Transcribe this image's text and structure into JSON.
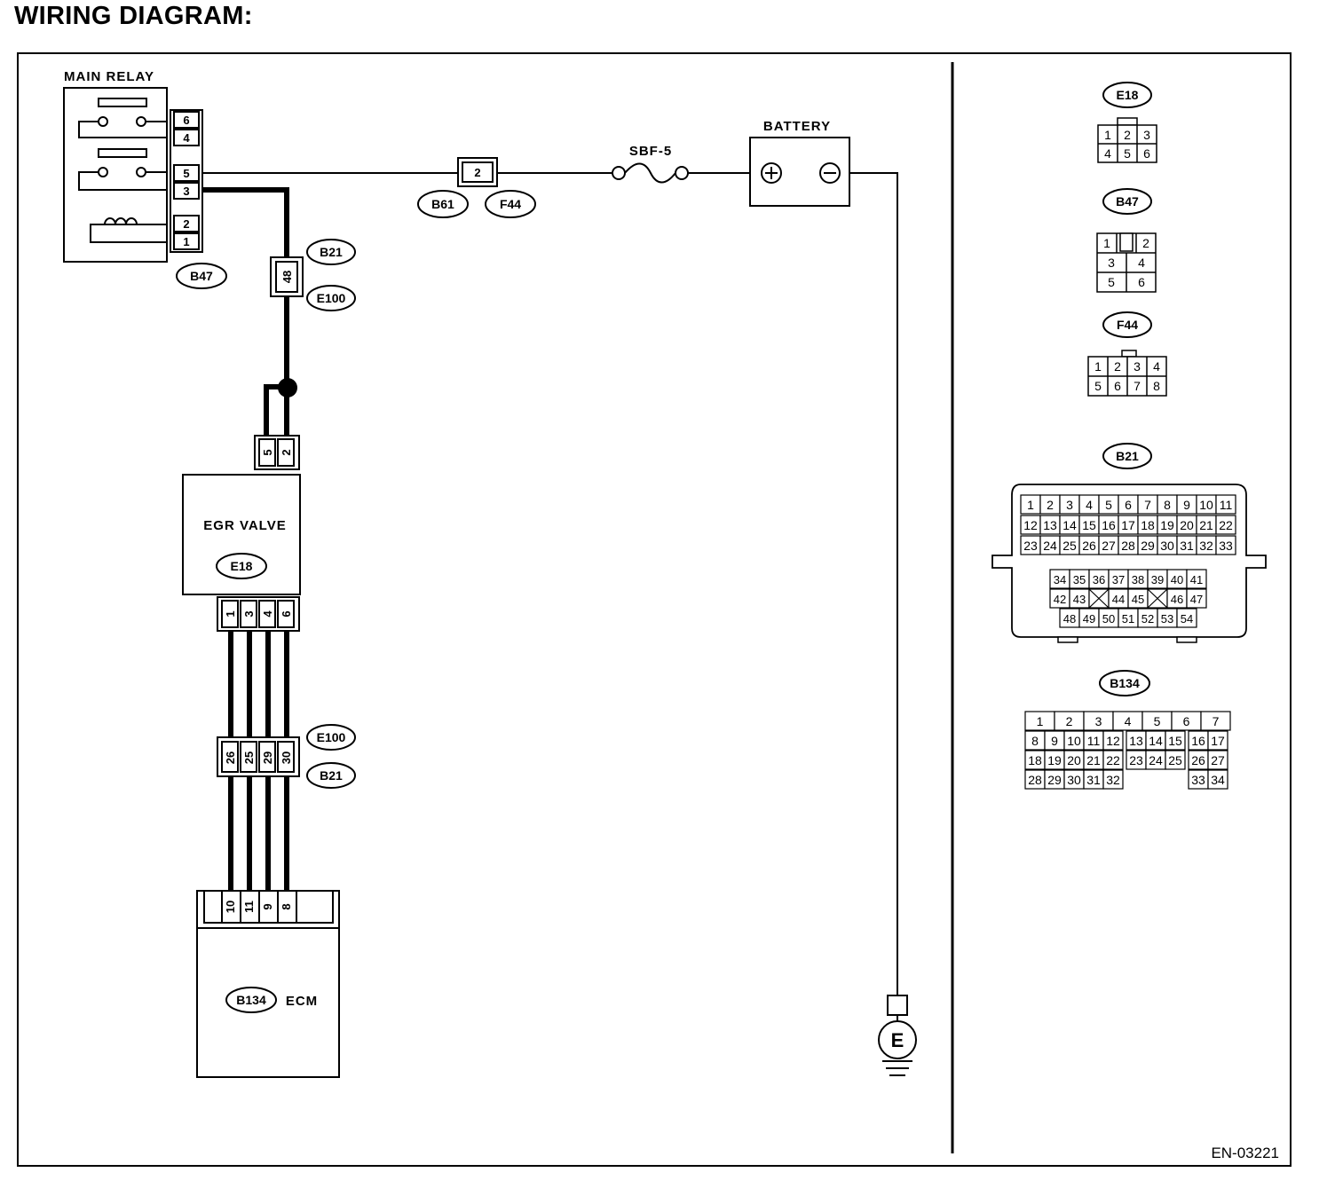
{
  "title": "WIRING DIAGRAM:",
  "figure_id": "EN-03221",
  "components": {
    "main_relay": {
      "label": "MAIN RELAY",
      "connector": "B47",
      "pins": [
        "6",
        "4",
        "5",
        "3",
        "2",
        "1"
      ]
    },
    "battery": {
      "label": "BATTERY",
      "plus": "+",
      "minus": "−"
    },
    "fuse": {
      "label": "SBF-5"
    },
    "inline_connector_b61_f44": {
      "pin": "2",
      "tags": [
        "B61",
        "F44"
      ]
    },
    "inline_connector_b21_e100_upper": {
      "pin": "48",
      "tags": [
        "B21",
        "E100"
      ]
    },
    "egr_valve": {
      "label": "EGR VALVE",
      "connector": "E18",
      "top_pins": [
        "5",
        "2"
      ],
      "bottom_pins": [
        "1",
        "3",
        "4",
        "6"
      ]
    },
    "inline_connector_e100_b21_lower": {
      "pins": [
        "26",
        "25",
        "29",
        "30"
      ],
      "tags": [
        "E100",
        "B21"
      ]
    },
    "ecm": {
      "label": "ECM",
      "connector": "B134",
      "pins": [
        "10",
        "11",
        "9",
        "8"
      ]
    },
    "ground": {
      "label": "E"
    }
  },
  "connector_views": {
    "E18": {
      "rows": [
        [
          "1",
          "2",
          "3"
        ],
        [
          "4",
          "5",
          "6"
        ]
      ]
    },
    "B47": {
      "rows": [
        [
          "1",
          "2"
        ],
        [
          "3",
          "4"
        ],
        [
          "5",
          "6"
        ]
      ]
    },
    "F44": {
      "rows": [
        [
          "1",
          "2",
          "3",
          "4"
        ],
        [
          "5",
          "6",
          "7",
          "8"
        ]
      ]
    },
    "B21": {
      "rows": [
        [
          "1",
          "2",
          "3",
          "4",
          "5",
          "6",
          "7",
          "8",
          "9",
          "10",
          "11"
        ],
        [
          "12",
          "13",
          "14",
          "15",
          "16",
          "17",
          "18",
          "19",
          "20",
          "21",
          "22"
        ],
        [
          "23",
          "24",
          "25",
          "26",
          "27",
          "28",
          "29",
          "30",
          "31",
          "32",
          "33"
        ],
        [
          "34",
          "35",
          "36",
          "37",
          "38",
          "39",
          "40",
          "41"
        ],
        [
          "42",
          "43",
          "44",
          "45",
          "46",
          "47"
        ],
        [
          "48",
          "49",
          "50",
          "51",
          "52",
          "53",
          "54"
        ]
      ]
    },
    "B134": {
      "rows": [
        [
          "1",
          "2",
          "3",
          "4",
          "5",
          "6",
          "7"
        ],
        [
          "8",
          "9",
          "10",
          "11",
          "12",
          "13",
          "14",
          "15",
          "16",
          "17"
        ],
        [
          "18",
          "19",
          "20",
          "21",
          "22",
          "23",
          "24",
          "25",
          "26",
          "27"
        ],
        [
          "28",
          "29",
          "30",
          "31",
          "32",
          "33",
          "34"
        ]
      ]
    }
  }
}
